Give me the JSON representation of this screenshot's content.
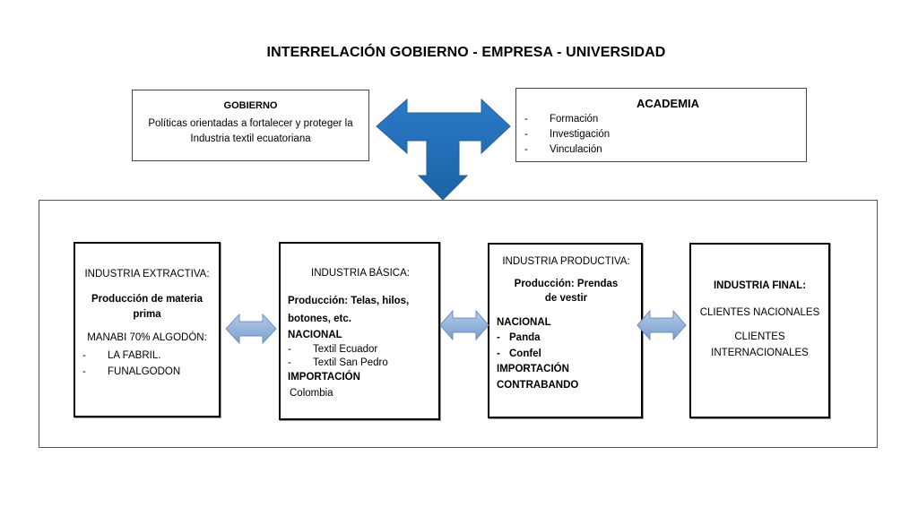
{
  "title": "INTERRELACIÓN GOBIERNO - EMPRESA - UNIVERSIDAD",
  "gobierno": {
    "heading": "GOBIERNO",
    "text": "Políticas orientadas a fortalecer y proteger la Industria textil ecuatoriana"
  },
  "academia": {
    "heading": "ACADEMIA",
    "items": [
      "Formación",
      "Investigación",
      "Vinculación"
    ]
  },
  "extractiva": {
    "heading": "INDUSTRIA EXTRACTIVA:",
    "production": "Producción de materia prima",
    "source": "MANABI 70% ALGODÓN:",
    "items": [
      "LA FABRIL.",
      "FUNALGODON"
    ]
  },
  "basica": {
    "heading": "INDUSTRIA BÁSICA:",
    "production": "Producción: Telas, hilos, botones, etc.",
    "national_label": "NACIONAL",
    "national_items": [
      "Textil Ecuador",
      "Textil San Pedro"
    ],
    "import_label": "IMPORTACIÓN",
    "import_value": "Colombia"
  },
  "productiva": {
    "heading": "INDUSTRIA PRODUCTIVA:",
    "production": "Producción: Prendas de vestir",
    "national_label": "NACIONAL",
    "national_items": [
      "Panda",
      "Confel"
    ],
    "import_label": "IMPORTACIÓN",
    "contraband_label": "CONTRABANDO"
  },
  "final": {
    "heading": "INDUSTRIA FINAL:",
    "national_clients": "CLIENTES NACIONALES",
    "international_clients": "CLIENTES INTERNACIONALES"
  },
  "colors": {
    "t_arrow_fill": "#1f6db5",
    "t_arrow_stroke": "#2a5f94",
    "small_arrow_fill_top": "#a9c3e4",
    "small_arrow_fill_bottom": "#7ea3d1",
    "small_arrow_stroke": "#6e8fbf"
  }
}
